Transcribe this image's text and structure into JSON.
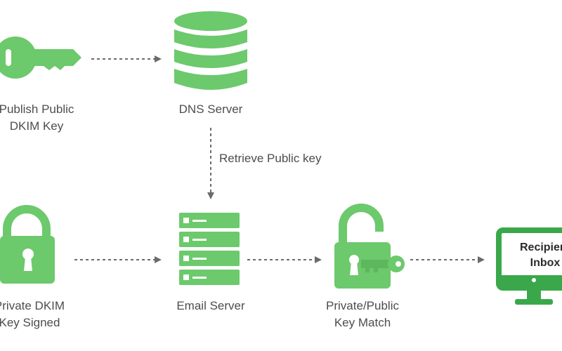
{
  "nodes": {
    "publish": {
      "line1": "Publish Public",
      "line2": "DKIM Key"
    },
    "dns": {
      "label": "DNS Server"
    },
    "retrieve": {
      "label": "Retrieve Public key"
    },
    "private_signed": {
      "line1": "Private DKIM",
      "line2": "Key Signed"
    },
    "email_server": {
      "label": "Email Server"
    },
    "match": {
      "line1": "Private/Public",
      "line2": "Key Match"
    },
    "inbox": {
      "line1": "Recipient",
      "line2": "Inbox"
    }
  },
  "colors": {
    "green": "#6cc96c",
    "green_dark": "#5db75d",
    "monitor_green": "#3aa84a",
    "arrow": "#6b6b6b",
    "text": "#4d4d4d"
  },
  "icons": [
    "key-icon",
    "database-server-icon",
    "padlock-icon",
    "email-server-icon",
    "unlocked-padlock-with-key-icon",
    "monitor-icon"
  ]
}
